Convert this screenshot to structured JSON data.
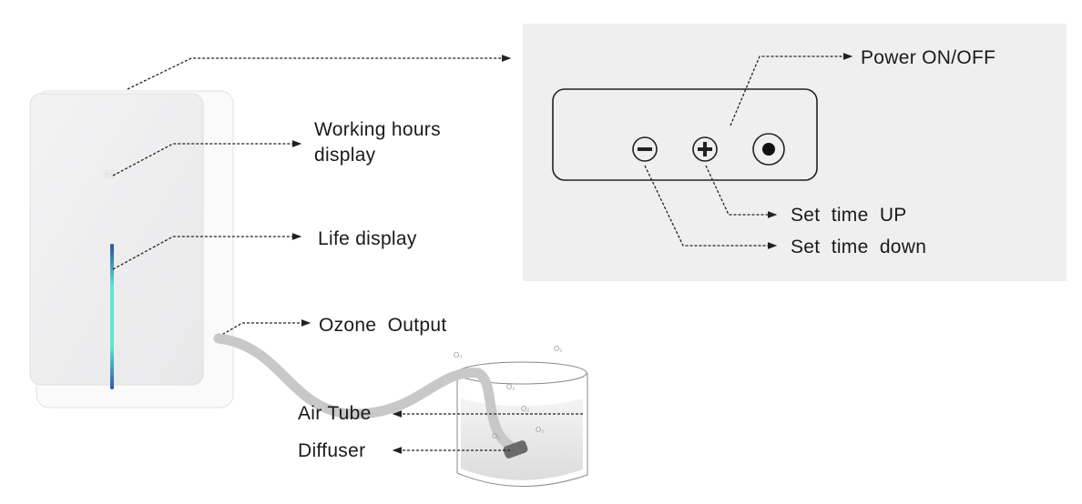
{
  "labels": {
    "working_hours_line1": "Working hours",
    "working_hours_line2": "display",
    "life_display": "Life display",
    "ozone_output": "Ozone  Output",
    "air_tube": "Air Tube",
    "diffuser": "Diffuser",
    "power": "Power ON/OFF",
    "set_time_up": "Set  time  UP",
    "set_time_down": "Set  time  down"
  },
  "device": {
    "display_value": "38"
  },
  "bubbles": [
    "O₂",
    "O₂",
    "O₂",
    "O₂",
    "O₂",
    "O₂"
  ],
  "colors": {
    "panel_bg": "#efefef",
    "life_bar_top": "#2a4fa8",
    "life_bar_mid": "#5fe6d0",
    "life_bar_bottom": "#2a58b0"
  }
}
